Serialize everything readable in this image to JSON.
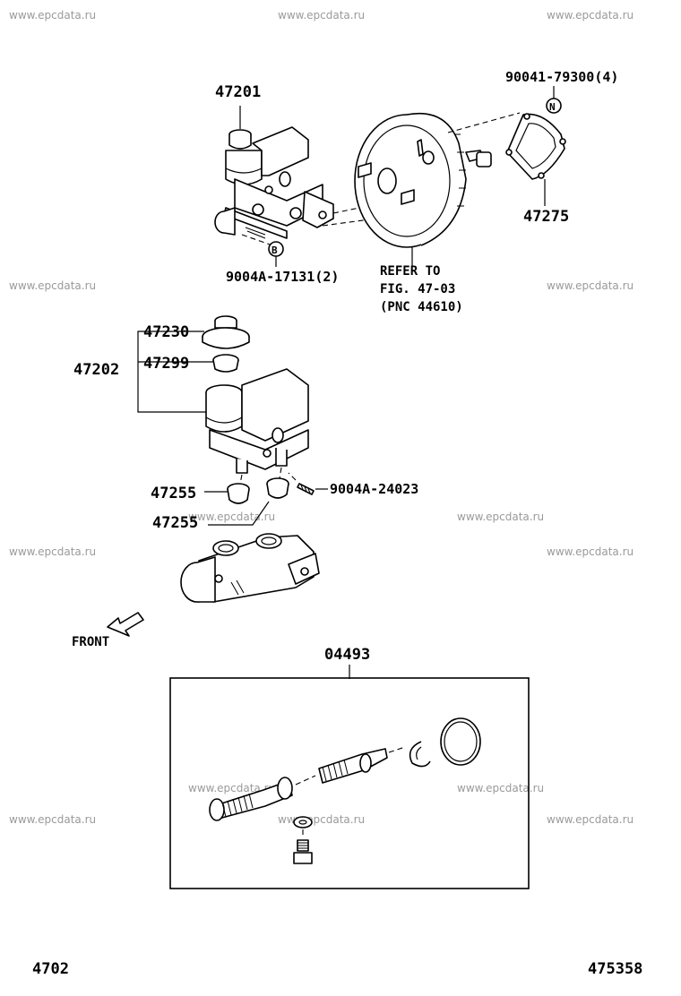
{
  "watermark": "www.epcdata.ru",
  "labels": {
    "p47201": "47201",
    "p90041": "90041-79300(4)",
    "p47275": "47275",
    "p9004a17131": "9004A-17131(2)",
    "refer1": "REFER TO",
    "refer2": "FIG. 47-03",
    "refer3": "(PNC 44610)",
    "p47230": "47230",
    "p47202": "47202",
    "p47299": "47299",
    "p47255a": "47255",
    "p47255b": "47255",
    "p9004a24023": "9004A-24023",
    "front": "FRONT",
    "p04493": "04493",
    "fig_code": "4702",
    "drawing_no": "475358"
  },
  "markers": {
    "n": "N",
    "b": "B"
  }
}
